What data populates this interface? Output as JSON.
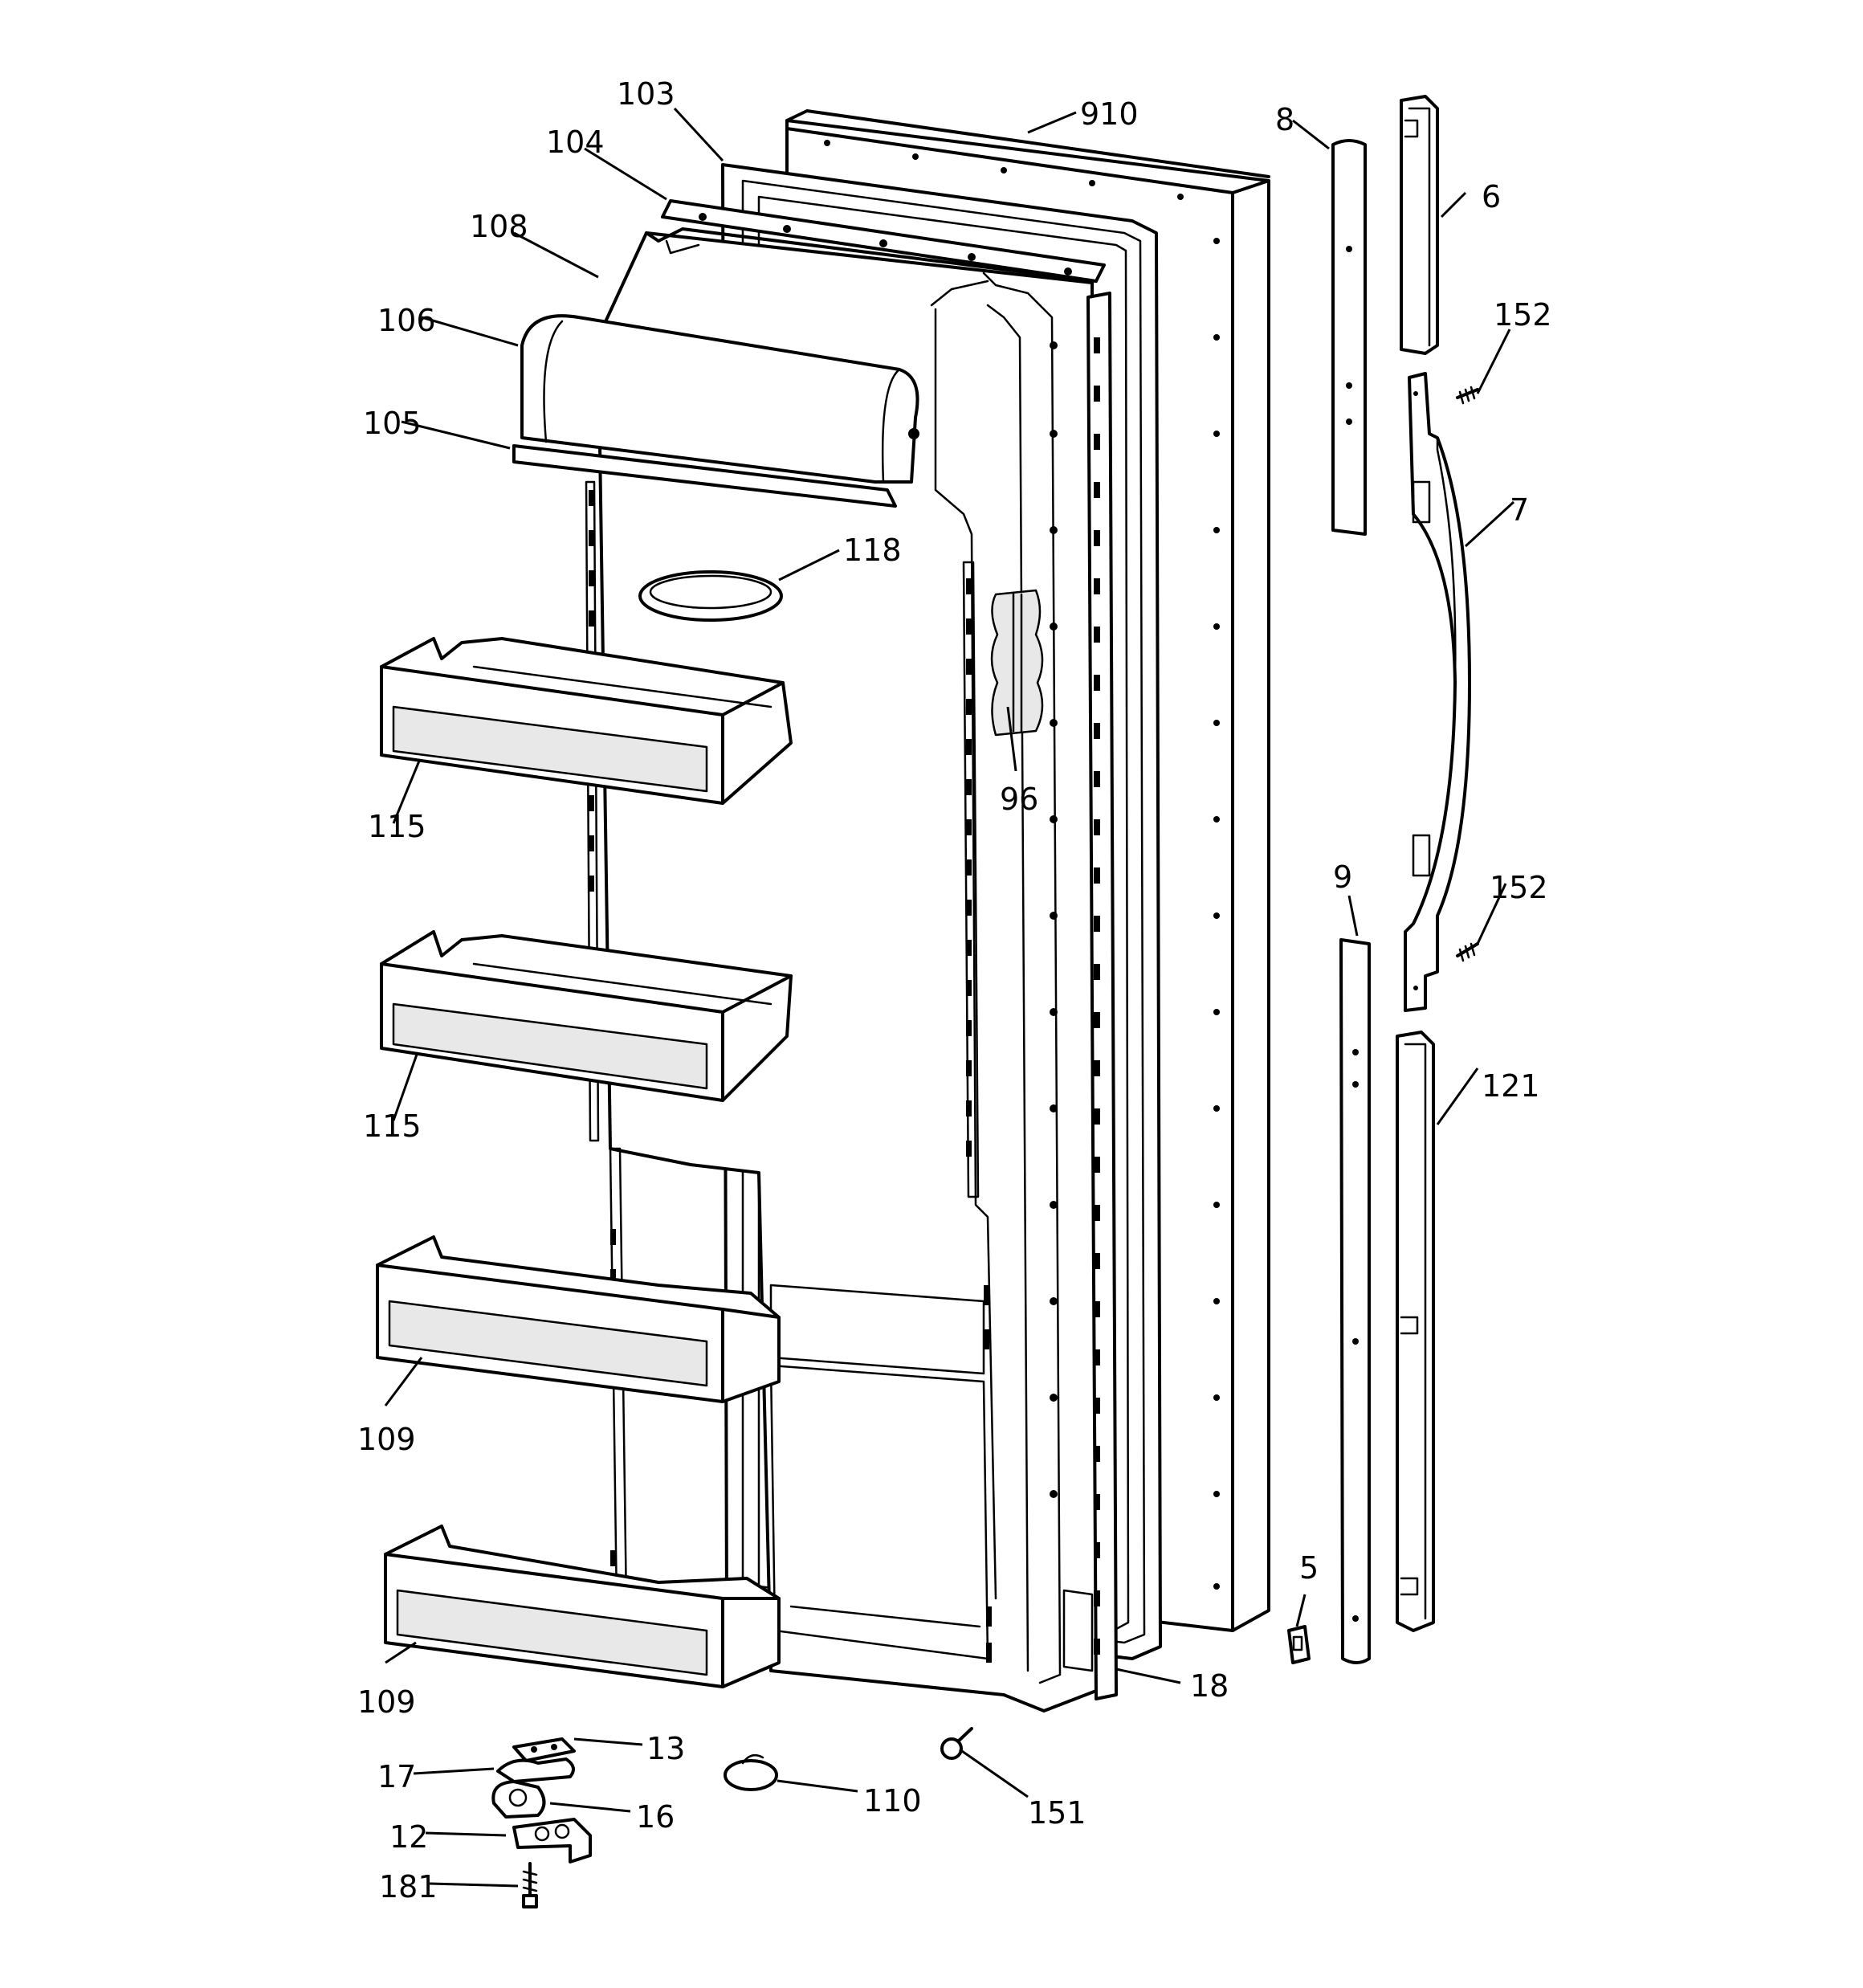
{
  "diagram": {
    "labels": {
      "p103": "103",
      "p910": "910",
      "p104": "104",
      "p8": "8",
      "p6": "6",
      "p108": "108",
      "p106": "106",
      "p152a": "152",
      "p105": "105",
      "p7": "7",
      "p118": "118",
      "p96": "96",
      "p115a": "115",
      "p9": "9",
      "p152b": "152",
      "p121": "121",
      "p115b": "115",
      "p109a": "109",
      "p5": "5",
      "p109b": "109",
      "p18": "18",
      "p13": "13",
      "p17": "17",
      "p110": "110",
      "p16": "16",
      "p151": "151",
      "p12": "12",
      "p181": "181"
    }
  }
}
